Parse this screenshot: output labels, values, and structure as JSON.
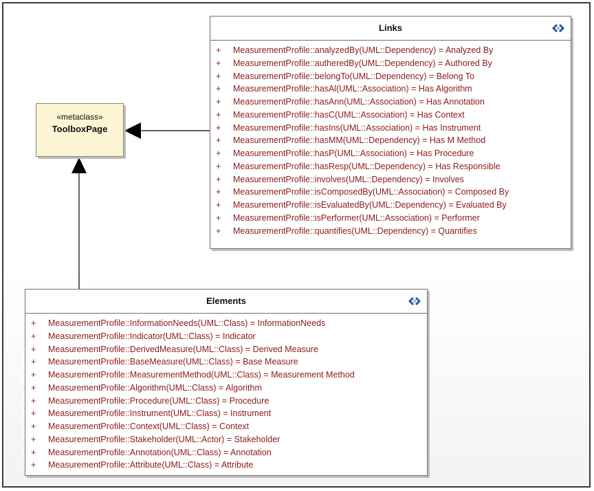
{
  "metaclass": {
    "stereotype": "«metaclass»",
    "name": "ToolboxPage"
  },
  "links": {
    "title": "Links",
    "attributes": [
      {
        "visibility": "+",
        "text": "MeasurementProfile::analyzedBy(UML::Dependency) = Analyzed By"
      },
      {
        "visibility": "+",
        "text": "MeasurementProfile::autheredBy(UML::Dependency) = Authored By"
      },
      {
        "visibility": "+",
        "text": "MeasurementProfile::belongTo(UML::Dependency) = Belong To"
      },
      {
        "visibility": "+",
        "text": "MeasurementProfile::hasAl(UML::Association) = Has Algorithm"
      },
      {
        "visibility": "+",
        "text": "MeasurementProfile::hasAnn(UML::Association) = Has Annotation"
      },
      {
        "visibility": "+",
        "text": "MeasurementProfile::hasC(UML::Association) = Has Context"
      },
      {
        "visibility": "+",
        "text": "MeasurementProfile::hasIns(UML::Association) = Has Instrument"
      },
      {
        "visibility": "+",
        "text": "MeasurementProfile::hasMM(UML::Dependency) = Has M Method"
      },
      {
        "visibility": "+",
        "text": "MeasurementProfile::hasP(UML::Association) = Has Procedure"
      },
      {
        "visibility": "+",
        "text": "MeasurementProfile::hasResp(UML::Dependency) = Has Responsible"
      },
      {
        "visibility": "+",
        "text": "MeasurementProfile::involves(UML::Dependency) = Involves"
      },
      {
        "visibility": "+",
        "text": "MeasurementProfile::isComposedBy(UML::Association) = Composed By"
      },
      {
        "visibility": "+",
        "text": "MeasurementProfile::isEvaluatedBy(UML::Dependency) = Evaluated By"
      },
      {
        "visibility": "+",
        "text": "MeasurementProfile::isPerformer(UML::Association) = Performer"
      },
      {
        "visibility": "+",
        "text": "MeasurementProfile::quantifies(UML::Dependency) = Quantifies"
      }
    ]
  },
  "elements": {
    "title": "Elements",
    "attributes": [
      {
        "visibility": "+",
        "text": "MeasurementProfile::InformationNeeds(UML::Class) = InformationNeeds"
      },
      {
        "visibility": "+",
        "text": "MeasurementProfile::Indicator(UML::Class) = Indicator"
      },
      {
        "visibility": "+",
        "text": "MeasurementProfile::DerivedMeasure(UML::Class) = Derived Measure"
      },
      {
        "visibility": "+",
        "text": "MeasurementProfile::BaseMeasure(UML::Class) = Base Measure"
      },
      {
        "visibility": "+",
        "text": "MeasurementProfile::MeasurementMethod(UML::Class) = Measurement Method"
      },
      {
        "visibility": "+",
        "text": "MeasurementProfile::Algorithm(UML::Class) = Algorithm"
      },
      {
        "visibility": "+",
        "text": "MeasurementProfile::Procedure(UML::Class) = Procedure"
      },
      {
        "visibility": "+",
        "text": "MeasurementProfile::Instrument(UML::Class) = Instrument"
      },
      {
        "visibility": "+",
        "text": "MeasurementProfile::Context(UML::Class) = Context"
      },
      {
        "visibility": "+",
        "text": "MeasurementProfile::Stakeholder(UML::Actor) = Stakeholder"
      },
      {
        "visibility": "+",
        "text": "MeasurementProfile::Annotation(UML::Class) = Annotation"
      },
      {
        "visibility": "+",
        "text": "MeasurementProfile::Attribute(UML::Class) = Attribute"
      }
    ]
  },
  "colors": {
    "attribute_text": "#8b1a1a",
    "metaclass_fill": "#fbf5d3",
    "icon_blue": "#2f4fa8"
  },
  "icons": {
    "class_type": "enumeration-icon"
  }
}
